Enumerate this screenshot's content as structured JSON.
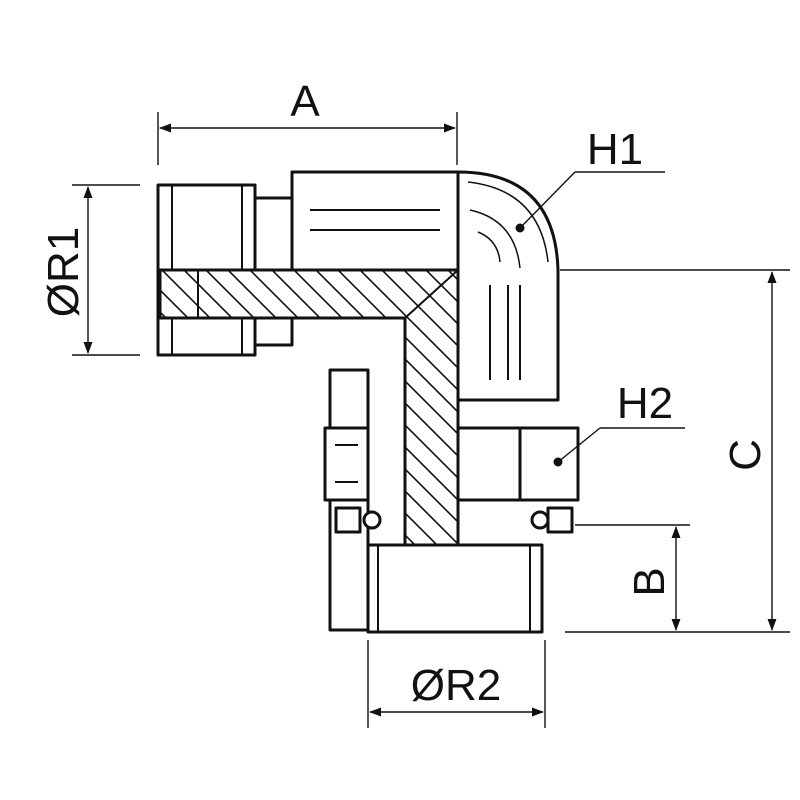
{
  "labels": {
    "dim_a": "A",
    "dim_b": "B",
    "dim_c": "C",
    "dim_r1": "ØR1",
    "dim_r2": "ØR2",
    "callout_h1": "H1",
    "callout_h2": "H2"
  }
}
